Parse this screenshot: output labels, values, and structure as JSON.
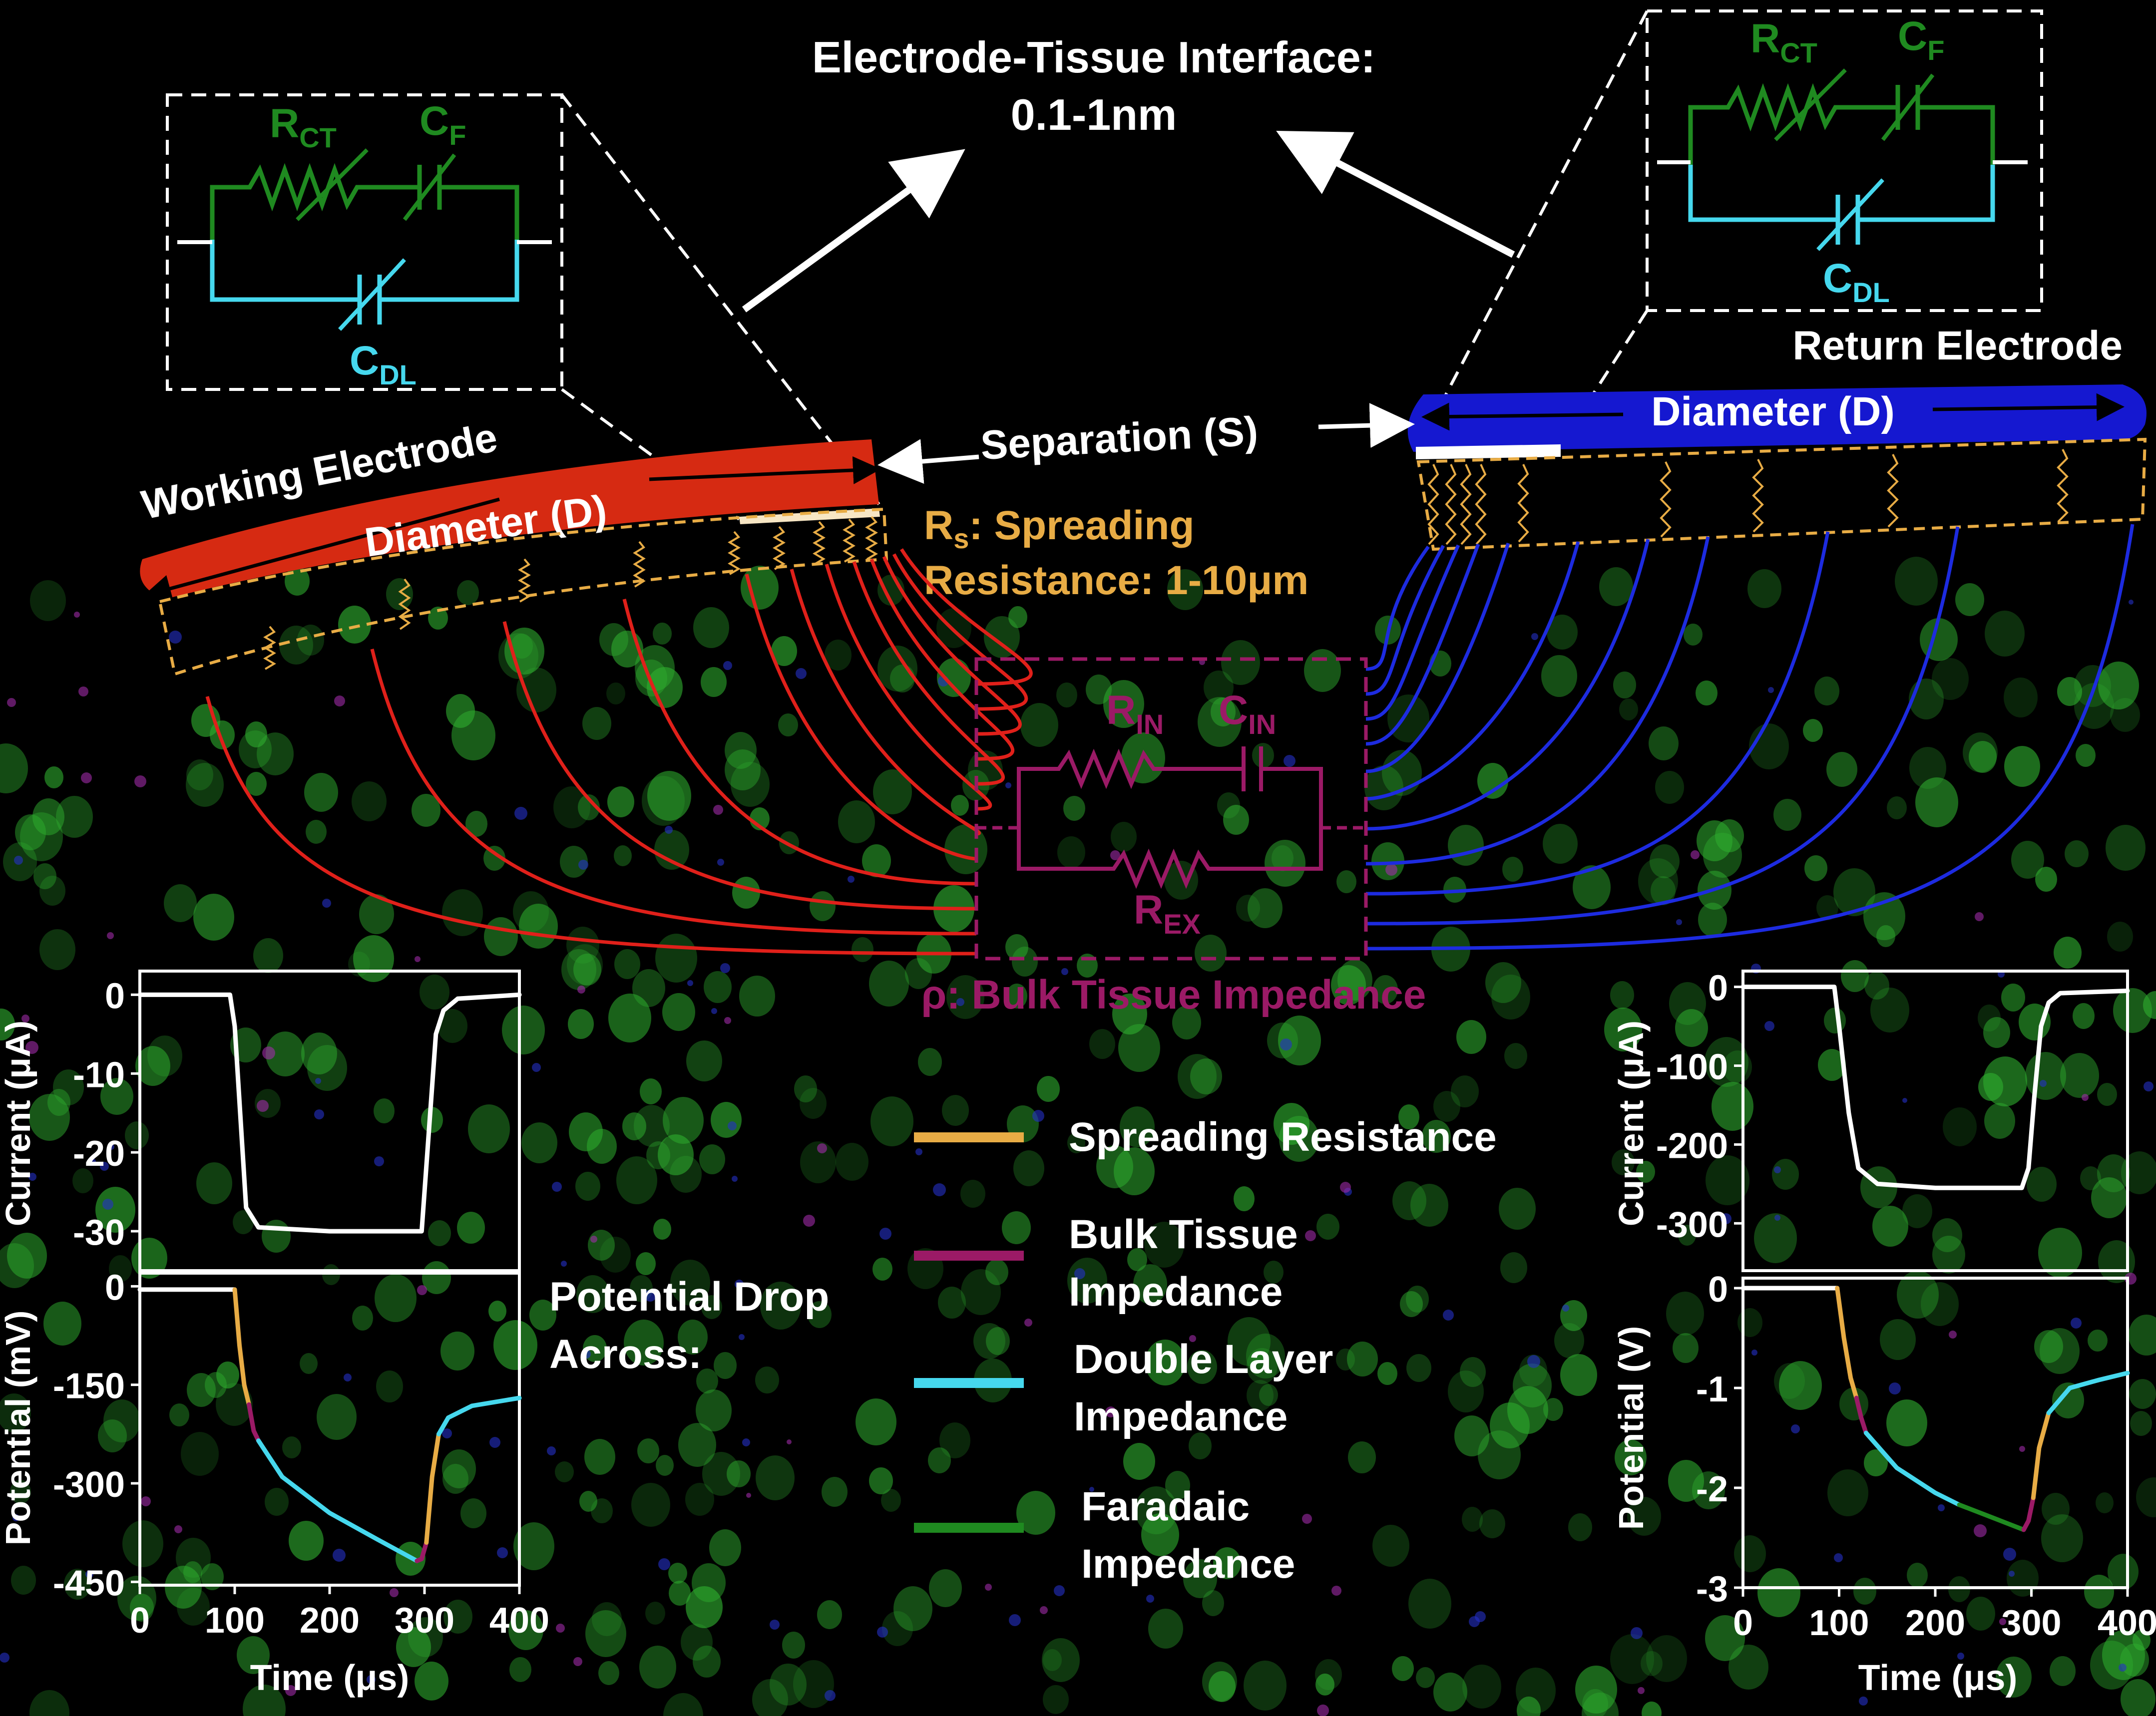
{
  "title": {
    "line1": "Electrode-Tissue Interface:",
    "line2": "0.1-1nm"
  },
  "working_electrode": {
    "label": "Working Electrode",
    "diameter_label": "Diameter (D)",
    "color": "#d62a12"
  },
  "return_electrode": {
    "label": "Return Electrode",
    "diameter_label": "Diameter (D)",
    "color": "#1518d0"
  },
  "separation_label": "Separation (S)",
  "spreading": {
    "symbol": "R",
    "subscript": "s",
    "line1_rest": ": Spreading",
    "line2": "Resistance: 1-10μm",
    "color": "#e8ac45"
  },
  "interface_circuit": {
    "rct": "R",
    "rct_sub": "CT",
    "cf": "C",
    "cf_sub": "F",
    "cdl": "C",
    "cdl_sub": "DL",
    "faradaic_color": "#1f8a20",
    "double_layer_color": "#46d8ee"
  },
  "bulk_circuit": {
    "rin": "R",
    "rin_sub": "IN",
    "cin": "C",
    "cin_sub": "IN",
    "rex": "R",
    "rex_sub": "EX",
    "label": "ρ: Bulk Tissue Impedance",
    "color": "#9b1a66"
  },
  "potential_drop": {
    "line1": "Potential Drop",
    "line2": "Across:"
  },
  "legend": [
    {
      "line1": "Spreading Resistance",
      "line2": "",
      "color": "#e8ac45"
    },
    {
      "line1": "Bulk Tissue",
      "line2": "Impedance",
      "color": "#9b1a66"
    },
    {
      "line1": "Double Layer",
      "line2": "Impedance",
      "color": "#46d8ee"
    },
    {
      "line1": "Faradaic",
      "line2": "Impedance",
      "color": "#1f8a20"
    }
  ],
  "chart_data": [
    {
      "type": "line",
      "panel": "working-current",
      "ylabel": "Current (μA)",
      "ylim": [
        -35,
        3
      ],
      "xlim": [
        0,
        400
      ],
      "yticks": [
        "0",
        "-10",
        "-20",
        "-30"
      ],
      "ytick_values": [
        0,
        -10,
        -20,
        -30
      ],
      "series": [
        {
          "color": "#ffffff",
          "x": [
            0,
            95,
            100,
            112,
            125,
            200,
            297,
            303,
            312,
            320,
            335,
            400
          ],
          "y": [
            0,
            0,
            -4,
            -27,
            -29.5,
            -30,
            -30,
            -20,
            -5,
            -2,
            -0.5,
            0
          ]
        }
      ]
    },
    {
      "type": "line",
      "panel": "working-potential",
      "ylabel": "Potential (mV)",
      "xlabel": "Time (μs)",
      "ylim": [
        -455,
        20
      ],
      "xlim": [
        0,
        400
      ],
      "yticks": [
        "0",
        "-150",
        "-300",
        "-450"
      ],
      "ytick_values": [
        0,
        -150,
        -300,
        -450
      ],
      "xticks": [
        "0",
        "100",
        "200",
        "300",
        "400"
      ],
      "xtick_values": [
        0,
        100,
        200,
        300,
        400
      ],
      "series": [
        {
          "color": "#ffffff",
          "x": [
            0,
            50,
            100
          ],
          "y": [
            -5,
            -5,
            -5
          ]
        },
        {
          "color": "#e8ac45",
          "x": [
            100,
            105,
            110,
            115
          ],
          "y": [
            -5,
            -90,
            -150,
            -180
          ]
        },
        {
          "color": "#9b1a66",
          "x": [
            115,
            120,
            125
          ],
          "y": [
            -180,
            -220,
            -235
          ]
        },
        {
          "color": "#46d8ee",
          "x": [
            125,
            150,
            200,
            250,
            292
          ],
          "y": [
            -235,
            -290,
            -345,
            -385,
            -418
          ]
        },
        {
          "color": "#9b1a66",
          "x": [
            292,
            297,
            302
          ],
          "y": [
            -418,
            -415,
            -390
          ]
        },
        {
          "color": "#e8ac45",
          "x": [
            302,
            308,
            315
          ],
          "y": [
            -390,
            -290,
            -225
          ]
        },
        {
          "color": "#46d8ee",
          "x": [
            315,
            325,
            350,
            400
          ],
          "y": [
            -225,
            -200,
            -182,
            -170
          ]
        }
      ]
    },
    {
      "type": "line",
      "panel": "return-current",
      "ylabel": "Current (μA)",
      "ylim": [
        -360,
        20
      ],
      "xlim": [
        0,
        400
      ],
      "yticks": [
        "0",
        "-100",
        "-200",
        "-300"
      ],
      "ytick_values": [
        0,
        -100,
        -200,
        -300
      ],
      "series": [
        {
          "color": "#ffffff",
          "x": [
            0,
            95,
            100,
            110,
            120,
            140,
            200,
            290,
            297,
            303,
            310,
            318,
            330,
            400
          ],
          "y": [
            0,
            0,
            -50,
            -160,
            -230,
            -250,
            -255,
            -255,
            -230,
            -140,
            -50,
            -20,
            -8,
            -5
          ]
        }
      ]
    },
    {
      "type": "line",
      "panel": "return-potential",
      "ylabel": "Potential (V)",
      "xlabel": "Time (μs)",
      "ylim": [
        -3,
        0.1
      ],
      "xlim": [
        0,
        400
      ],
      "yticks": [
        "0",
        "-1",
        "-2",
        "-3"
      ],
      "ytick_values": [
        0,
        -1,
        -2,
        -3
      ],
      "xticks": [
        "0",
        "100",
        "200",
        "300",
        "400"
      ],
      "xtick_values": [
        0,
        100,
        200,
        300,
        400
      ],
      "series": [
        {
          "color": "#ffffff",
          "x": [
            0,
            50,
            98
          ],
          "y": [
            0,
            0,
            0
          ]
        },
        {
          "color": "#e8ac45",
          "x": [
            98,
            105,
            112,
            118
          ],
          "y": [
            0,
            -0.5,
            -0.9,
            -1.1
          ]
        },
        {
          "color": "#9b1a66",
          "x": [
            118,
            123,
            128
          ],
          "y": [
            -1.1,
            -1.3,
            -1.45
          ]
        },
        {
          "color": "#46d8ee",
          "x": [
            128,
            160,
            200,
            225
          ],
          "y": [
            -1.45,
            -1.8,
            -2.05,
            -2.17
          ]
        },
        {
          "color": "#1f8a20",
          "x": [
            225,
            260,
            292
          ],
          "y": [
            -2.17,
            -2.3,
            -2.42
          ]
        },
        {
          "color": "#9b1a66",
          "x": [
            292,
            297,
            302
          ],
          "y": [
            -2.42,
            -2.33,
            -2.1
          ]
        },
        {
          "color": "#e8ac45",
          "x": [
            302,
            308,
            318
          ],
          "y": [
            -2.1,
            -1.6,
            -1.25
          ]
        },
        {
          "color": "#46d8ee",
          "x": [
            318,
            340,
            370,
            400
          ],
          "y": [
            -1.25,
            -1.0,
            -0.92,
            -0.85
          ]
        }
      ]
    }
  ]
}
